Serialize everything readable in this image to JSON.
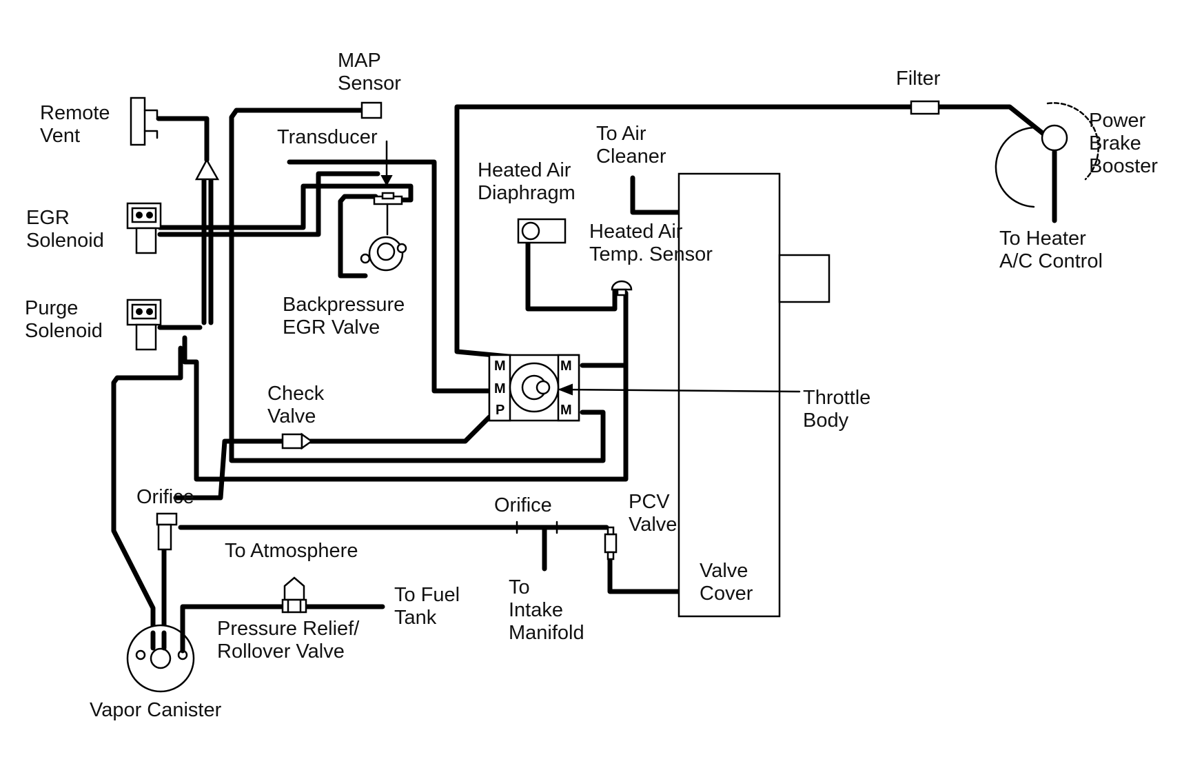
{
  "labels": {
    "map_sensor": [
      "MAP",
      "Sensor"
    ],
    "remote_vent": [
      "Remote",
      "Vent"
    ],
    "transducer": [
      "Transducer"
    ],
    "egr_solenoid": [
      "EGR",
      "Solenoid"
    ],
    "purge_solenoid": [
      "Purge",
      "Solenoid"
    ],
    "backpressure_egr_valve": [
      "Backpressure",
      "EGR Valve"
    ],
    "heated_air_diaphragm": [
      "Heated Air",
      "Diaphragm"
    ],
    "to_air_cleaner": [
      "To Air",
      "Cleaner"
    ],
    "heated_air_temp_sensor": [
      "Heated Air",
      "Temp. Sensor"
    ],
    "filter": [
      "Filter"
    ],
    "power_brake_booster": [
      "Power",
      "Brake",
      "Booster"
    ],
    "to_heater_ac_control": [
      "To Heater",
      "A/C Control"
    ],
    "check_valve": [
      "Check",
      "Valve"
    ],
    "throttle_body": [
      "Throttle",
      "Body"
    ],
    "orifice_left": [
      "Orifice"
    ],
    "orifice_center": [
      "Orifice"
    ],
    "pcv_valve": [
      "PCV",
      "Valve"
    ],
    "to_atmosphere": [
      "To Atmosphere"
    ],
    "to_fuel_tank": [
      "To Fuel",
      "Tank"
    ],
    "pressure_relief_rollover_valve": [
      "Pressure Relief/",
      "Rollover Valve"
    ],
    "to_intake_manifold": [
      "To",
      "Intake",
      "Manifold"
    ],
    "valve_cover": [
      "Valve",
      "Cover"
    ],
    "vapor_canister": [
      "Vapor Canister"
    ]
  },
  "throttle_ports": [
    "M",
    "M",
    "P",
    "M",
    "M"
  ]
}
